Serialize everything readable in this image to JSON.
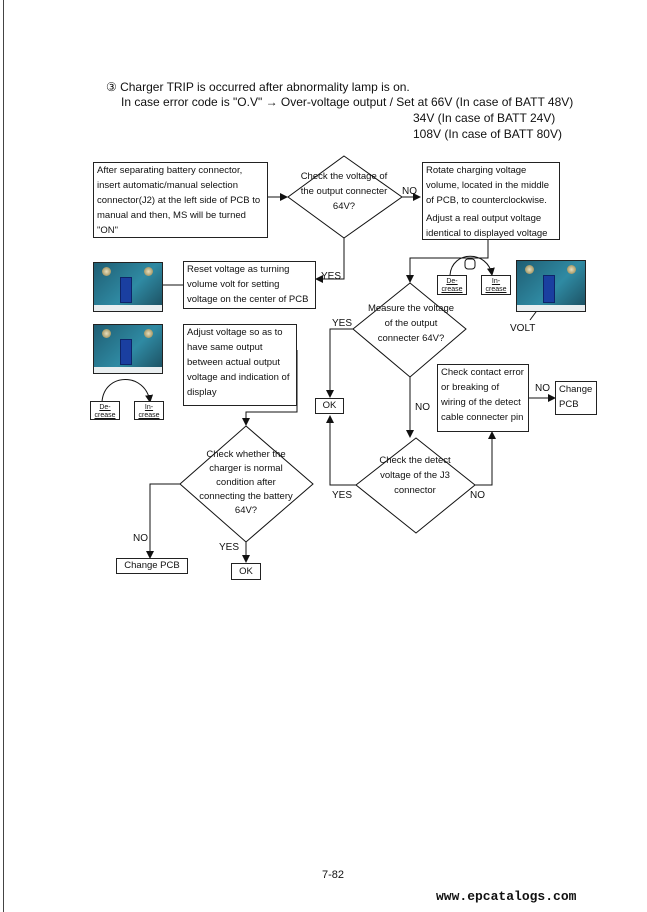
{
  "header": {
    "line1": "③ Charger TRIP is occurred after abnormality lamp is on.",
    "line2": "In case error code is \"O.V\" → Over-voltage output / Set at 66V (In case of BATT 48V)",
    "line3": "34V (In case of BATT 24V)",
    "line4": "108V (In case of BATT 80V)"
  },
  "flow": {
    "box_separate": "After separating battery connector, insert automatic/manual selection connector(J2) at the left side of PCB to manual and then, MS will be turned \"ON\"",
    "decision1": "Check the voltage of the output connecter 64V?",
    "box_rotate_1": "Rotate charging voltage volume, located in the middle of PCB, to counterclockwise.",
    "box_rotate_2": "Adjust a real output voltage identical to displayed voltage",
    "box_reset": "Reset voltage as turning volume volt for setting voltage on the center of PCB",
    "box_adjust": "Adjust voltage so as to have same output between actual output voltage and indication of display",
    "decision2": "Measure the voltage of the output connecter 64V?",
    "decision3": "Check the detect voltage of the J3 connector",
    "box_check_contact": "Check contact error or breaking of wiring of the detect cable connecter pin",
    "box_change_pcb_right": "Change PCB",
    "decision4": "Check whether the charger is normal condition after connecting the battery 64V?",
    "box_change_pcb_left": "Change PCB",
    "ok_left": "OK",
    "ok_bottom": "OK",
    "decrease": "De-crease",
    "increase": "In-crease",
    "volt_label": "VOLT",
    "yes": "YES",
    "no": "NO"
  },
  "footer": {
    "page_number": "7-82",
    "watermark": "www.epcatalogs.com"
  }
}
